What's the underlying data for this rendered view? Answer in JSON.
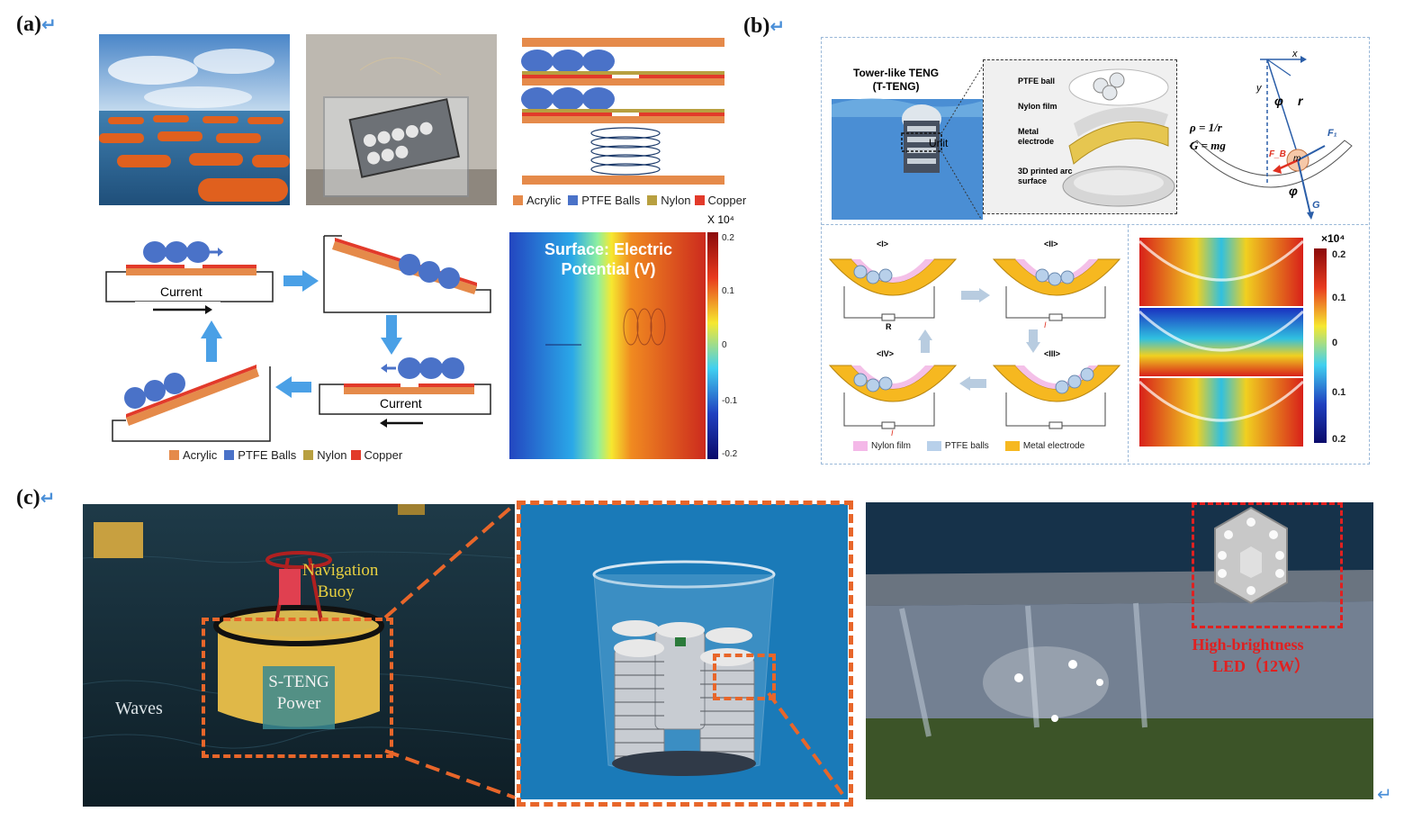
{
  "panels": {
    "a": {
      "label": "(a)"
    },
    "b": {
      "label": "(b)"
    },
    "c": {
      "label": "(c)"
    }
  },
  "return_symbol": "↵",
  "a": {
    "legend_top": [
      "Acrylic",
      "PTFE Balls",
      "Nylon",
      "Copper"
    ],
    "legend_bottom": [
      "Acrylic",
      "PTFE Balls",
      "Nylon",
      "Copper"
    ],
    "legend_colors": {
      "acrylic": "#e58a4a",
      "ptfe": "#4a72c8",
      "nylon": "#b8a040",
      "copper": "#e23a2a"
    },
    "current_label_1": "Current",
    "current_label_2": "Current",
    "sim_title_1": "Surface: Electric",
    "sim_title_2": "Potential (V)",
    "colorbar_exponent": "X 10⁴",
    "colorbar_ticks": [
      "0.2",
      "0.1",
      "0",
      "-0.1",
      "-0.2"
    ]
  },
  "b": {
    "title_1": "Tower-like TENG",
    "title_2": "(T-TENG)",
    "unit_label": "Unit",
    "parts": [
      "PTFE ball",
      "Nylon film",
      "Metal electrode",
      "3D printed arc surface"
    ],
    "formula_rho": "ρ = 1/r",
    "formula_g": "G = mg",
    "states": [
      "<I>",
      "<II>",
      "<III>",
      "<IV>"
    ],
    "resistor_label": "R",
    "current_symbol": "I",
    "legend": [
      "Nylon film",
      "PTFE balls",
      "Metal electrode"
    ],
    "legend_colors": {
      "nylon": "#f4b8e8",
      "ptfe": "#b8d0ea",
      "metal": "#f6b820"
    },
    "colorbar_exponent": "×10⁴",
    "colorbar_ticks": [
      "0.2",
      "0.1",
      "0",
      "0.1",
      "0.2"
    ],
    "axis_x": "x",
    "axis_y": "y",
    "phi": "φ",
    "r": "r",
    "f1": "F₁",
    "fb": "F_B",
    "g": "G",
    "m": "m"
  },
  "c": {
    "navigation_1": "Navigation",
    "navigation_2": "Buoy",
    "steng_1": "S-TENG",
    "steng_2": "Power",
    "waves": "Waves",
    "led_1": "High-brightness",
    "led_2": "LED（12W）",
    "accent": "#e8662a",
    "led_color": "#e02020"
  }
}
